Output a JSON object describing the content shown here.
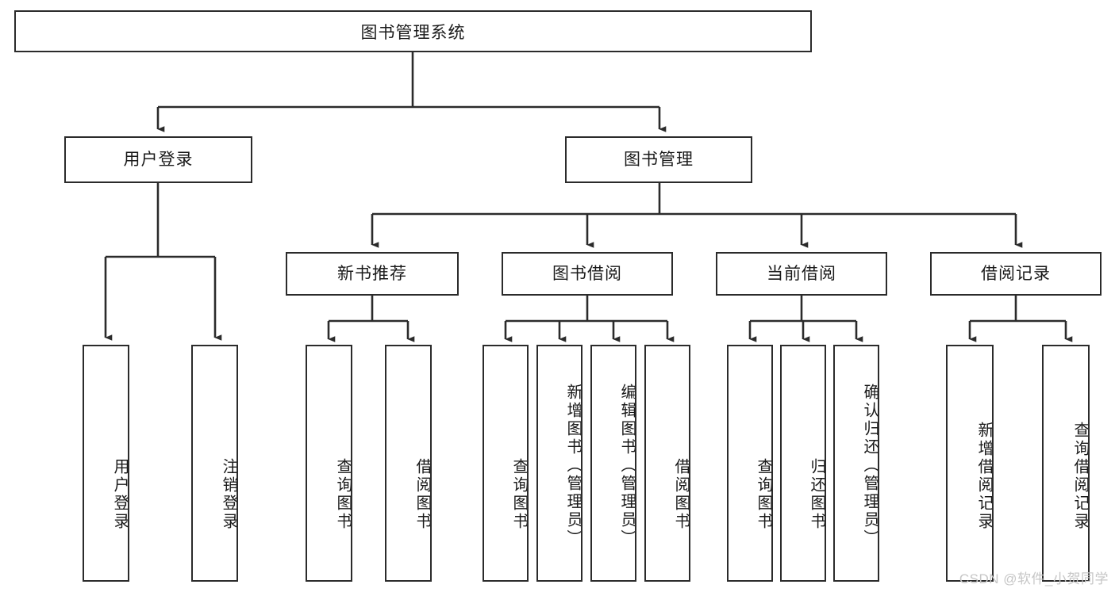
{
  "diagram": {
    "type": "tree",
    "title": "图书管理系统",
    "watermark": "CSDN @软件_小贺同学",
    "colors": {
      "border": "#2b2b2b",
      "background": "#ffffff",
      "text": "#1a1a1a",
      "connector": "#2b2b2b",
      "watermark": "#c6c6c6"
    },
    "root": {
      "label": "图书管理系统"
    },
    "level2": [
      {
        "label": "用户登录"
      },
      {
        "label": "图书管理"
      }
    ],
    "level3": [
      {
        "label": "新书推荐"
      },
      {
        "label": "图书借阅"
      },
      {
        "label": "当前借阅"
      },
      {
        "label": "借阅记录"
      }
    ],
    "leaves": {
      "user_login": [
        {
          "label": "用户登录"
        },
        {
          "label": "注销登录"
        }
      ],
      "new_book_recommend": [
        {
          "label": "查询图书"
        },
        {
          "label": "借阅图书"
        }
      ],
      "book_borrow": [
        {
          "label": "查询图书"
        },
        {
          "label": "新增图书（管理员）"
        },
        {
          "label": "编辑图书（管理员）"
        },
        {
          "label": "借阅图书"
        }
      ],
      "current_borrow": [
        {
          "label": "查询图书"
        },
        {
          "label": "归还图书"
        },
        {
          "label": "确认归还（管理员）"
        }
      ],
      "borrow_record": [
        {
          "label": "新增借阅记录"
        },
        {
          "label": "查询借阅记录"
        }
      ]
    }
  }
}
